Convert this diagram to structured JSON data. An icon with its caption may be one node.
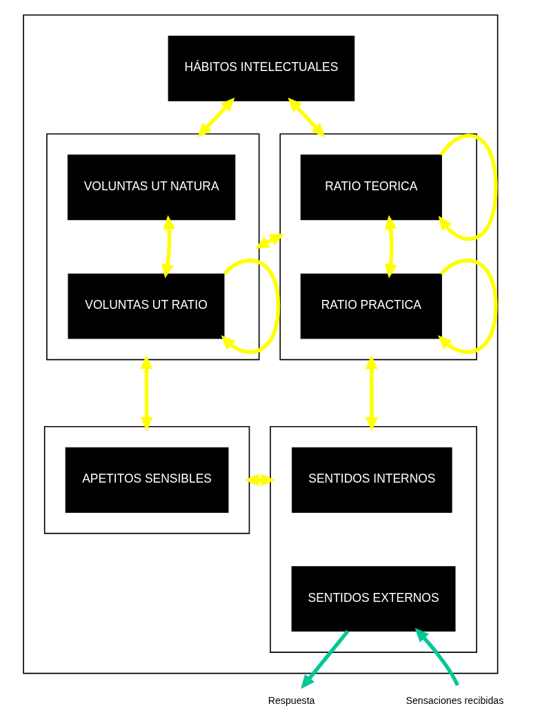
{
  "diagram": {
    "nodes": [
      {
        "text": [],
        "shape": "box"
      },
      {
        "text": [
          "HÁBITOS INTELECTUALES"
        ],
        "in": 0
      },
      {
        "text": [],
        "shape": "box",
        "in": 0
      },
      {
        "text": [
          "VOLUNTAS UT NATURA"
        ],
        "in": 2
      },
      {
        "text": [
          "VOLUNTAS UT RATIO"
        ],
        "in": 2
      },
      {
        "text": [],
        "shape": "box",
        "in": 0
      },
      {
        "text": [
          "RATIO TEORICA"
        ],
        "in": 5
      },
      {
        "text": [
          "RATIO PRACTICA"
        ],
        "in": 5
      },
      {
        "text": [],
        "shape": "box",
        "in": 0
      },
      {
        "text": [
          "APETITOS SENSIBLES"
        ],
        "in": 8
      },
      {
        "text": [],
        "shape": "box",
        "in": 0
      },
      {
        "text": [
          "SENTIDOS INTERNOS"
        ],
        "in": 10
      },
      {
        "text": [
          "SENTIDOS EXTERNOS"
        ],
        "in": 10
      },
      {
        "text": [
          "Respuesta"
        ]
      },
      {
        "text": [
          "Sensaciones recibidas"
        ]
      }
    ],
    "edges": [
      {
        "from": 1,
        "to": 2,
        "arrow": "both",
        "color": "#ffff00"
      },
      {
        "from": 1,
        "to": 5,
        "arrow": "both",
        "color": "#ffff00"
      },
      {
        "from": 3,
        "to": 4,
        "arrow": "both",
        "color": "#ffff00"
      },
      {
        "from": 4,
        "to": 4,
        "arrow": "to",
        "color": "#ffff00"
      },
      {
        "from": 6,
        "to": 6,
        "arrow": "to",
        "color": "#ffff00"
      },
      {
        "from": 6,
        "to": 7,
        "arrow": "both",
        "color": "#ffff00"
      },
      {
        "from": 7,
        "to": 7,
        "arrow": "to",
        "color": "#ffff00"
      },
      {
        "from": 2,
        "to": 5,
        "arrow": "both",
        "color": "#ffff00"
      },
      {
        "from": 2,
        "to": 8,
        "arrow": "both",
        "color": "#ffff00"
      },
      {
        "from": 5,
        "to": 10,
        "arrow": "both",
        "color": "#ffff00"
      },
      {
        "from": 8,
        "to": 10,
        "arrow": "both",
        "color": "#ffff00"
      },
      {
        "from": 12,
        "to": 13,
        "arrow": "to",
        "color": "#00c896"
      },
      {
        "from": 14,
        "to": 12,
        "arrow": "to",
        "color": "#00c896"
      }
    ]
  }
}
